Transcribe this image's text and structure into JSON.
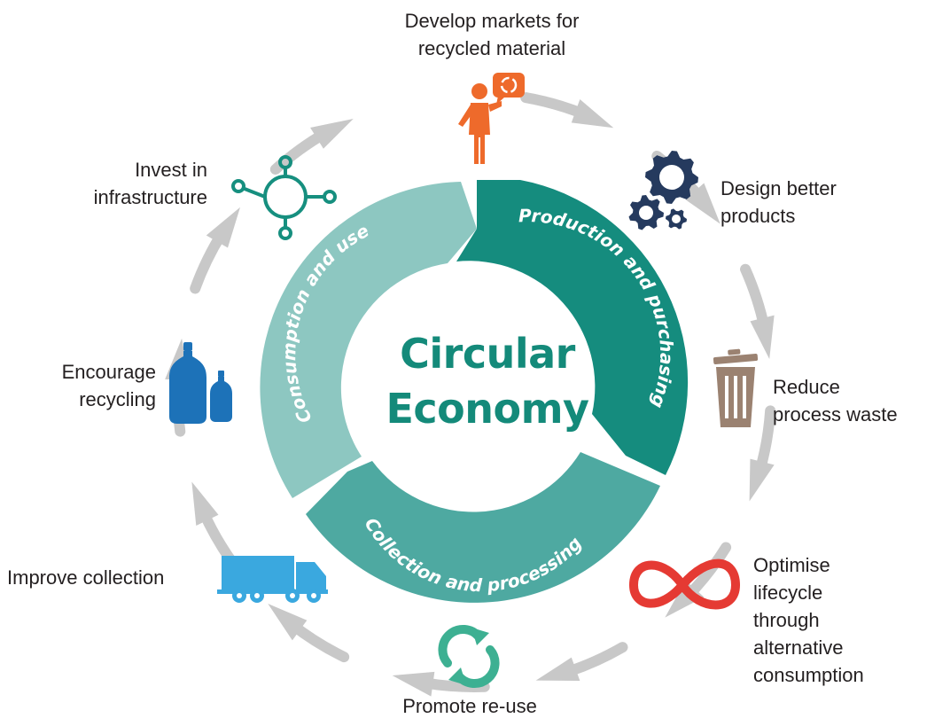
{
  "center": {
    "title": "Circular\nEconomy"
  },
  "segments": [
    {
      "label": "Production and purchasing",
      "color": "#158c7e"
    },
    {
      "label": "Collection and processing",
      "color": "#4ea9a1"
    },
    {
      "label": "Consumption and use",
      "color": "#8dc7c1"
    }
  ],
  "steps": [
    {
      "label": "Develop markets for\nrecycled material",
      "icon": "person-recycle-icon",
      "color": "#ee6a2b"
    },
    {
      "label": "Design better\nproducts",
      "icon": "gears-icon",
      "color": "#253a5e"
    },
    {
      "label": "Reduce\nprocess waste",
      "icon": "trash-bin-icon",
      "color": "#9b8271"
    },
    {
      "label": "Optimise\nlifecycle\nthrough\nalternative\nconsumption",
      "icon": "infinity-icon",
      "color": "#e53a33"
    },
    {
      "label": "Promote re-use",
      "icon": "refresh-arrows-icon",
      "color": "#3db092"
    },
    {
      "label": "Improve collection",
      "icon": "truck-icon",
      "color": "#3aa8df"
    },
    {
      "label": "Encourage\nrecycling",
      "icon": "bottles-icon",
      "color": "#1d72b8"
    },
    {
      "label": "Invest in\ninfrastructure",
      "icon": "network-node-icon",
      "color": "#168f7f"
    }
  ],
  "arrow_color": "#c8c8c8"
}
